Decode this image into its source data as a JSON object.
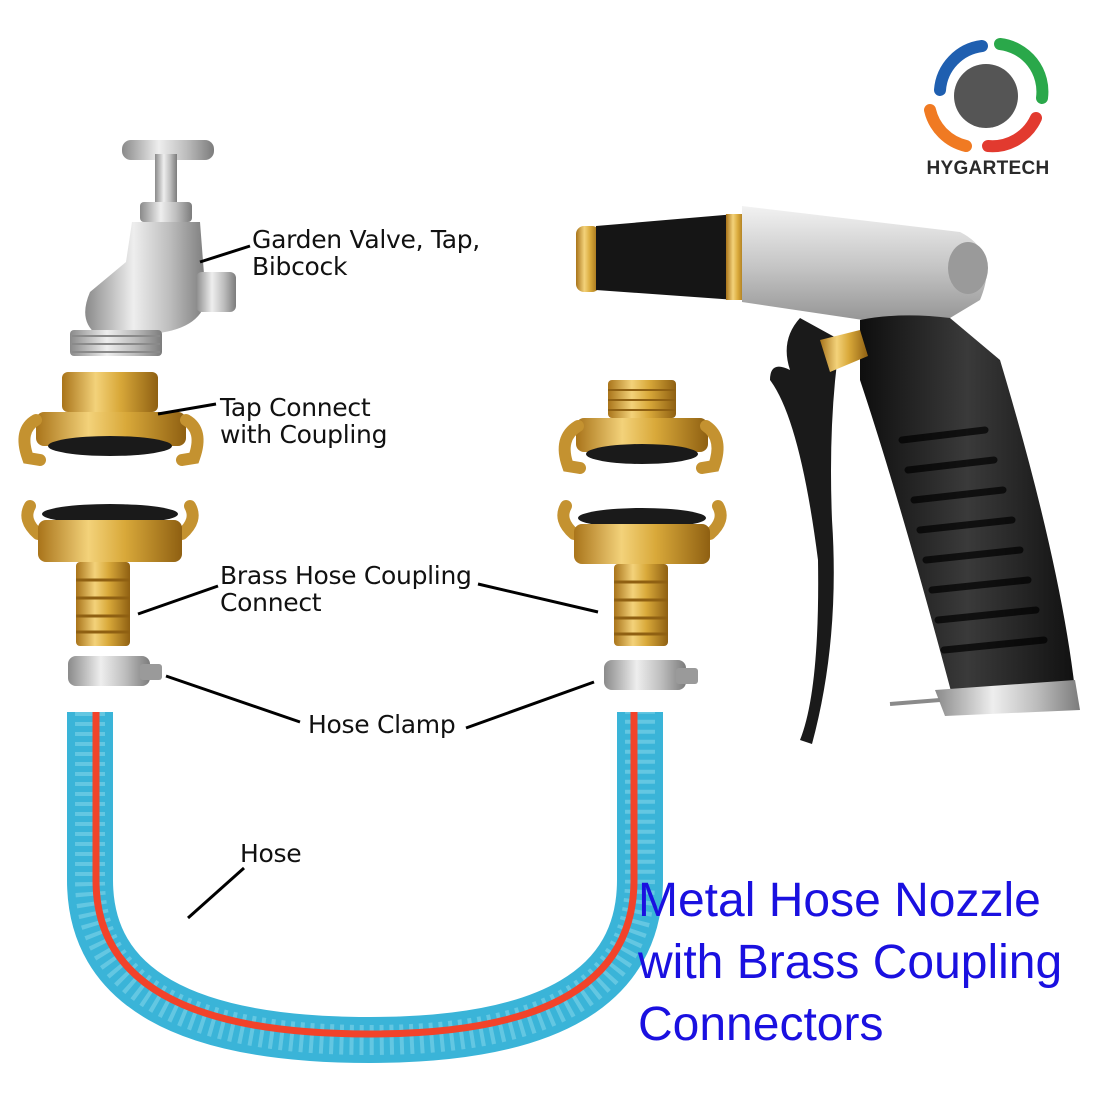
{
  "brand": {
    "name": "HYGARTECH",
    "logo_colors": [
      "#1f5fb0",
      "#2aa84a",
      "#e23a2f",
      "#f07a22",
      "#555555"
    ]
  },
  "labels": {
    "garden_valve": [
      "Garden Valve, Tap,",
      "Bibcock"
    ],
    "tap_connect": [
      "Tap Connect",
      "with Coupling"
    ],
    "brass_coupling": [
      "Brass Hose Coupling",
      "Connect"
    ],
    "hose_clamp": "Hose Clamp",
    "hose": "Hose"
  },
  "headline": [
    "Metal Hose Nozzle",
    "with Brass Coupling",
    "Connectors"
  ],
  "colors": {
    "headline": "#1a10e0",
    "brass": "#d9a93a",
    "hose_blue": "#3ab4d8",
    "hose_red": "#f2432a",
    "nozzle_black": "#1e1e1e",
    "nozzle_silver": "#c8c8c8"
  }
}
